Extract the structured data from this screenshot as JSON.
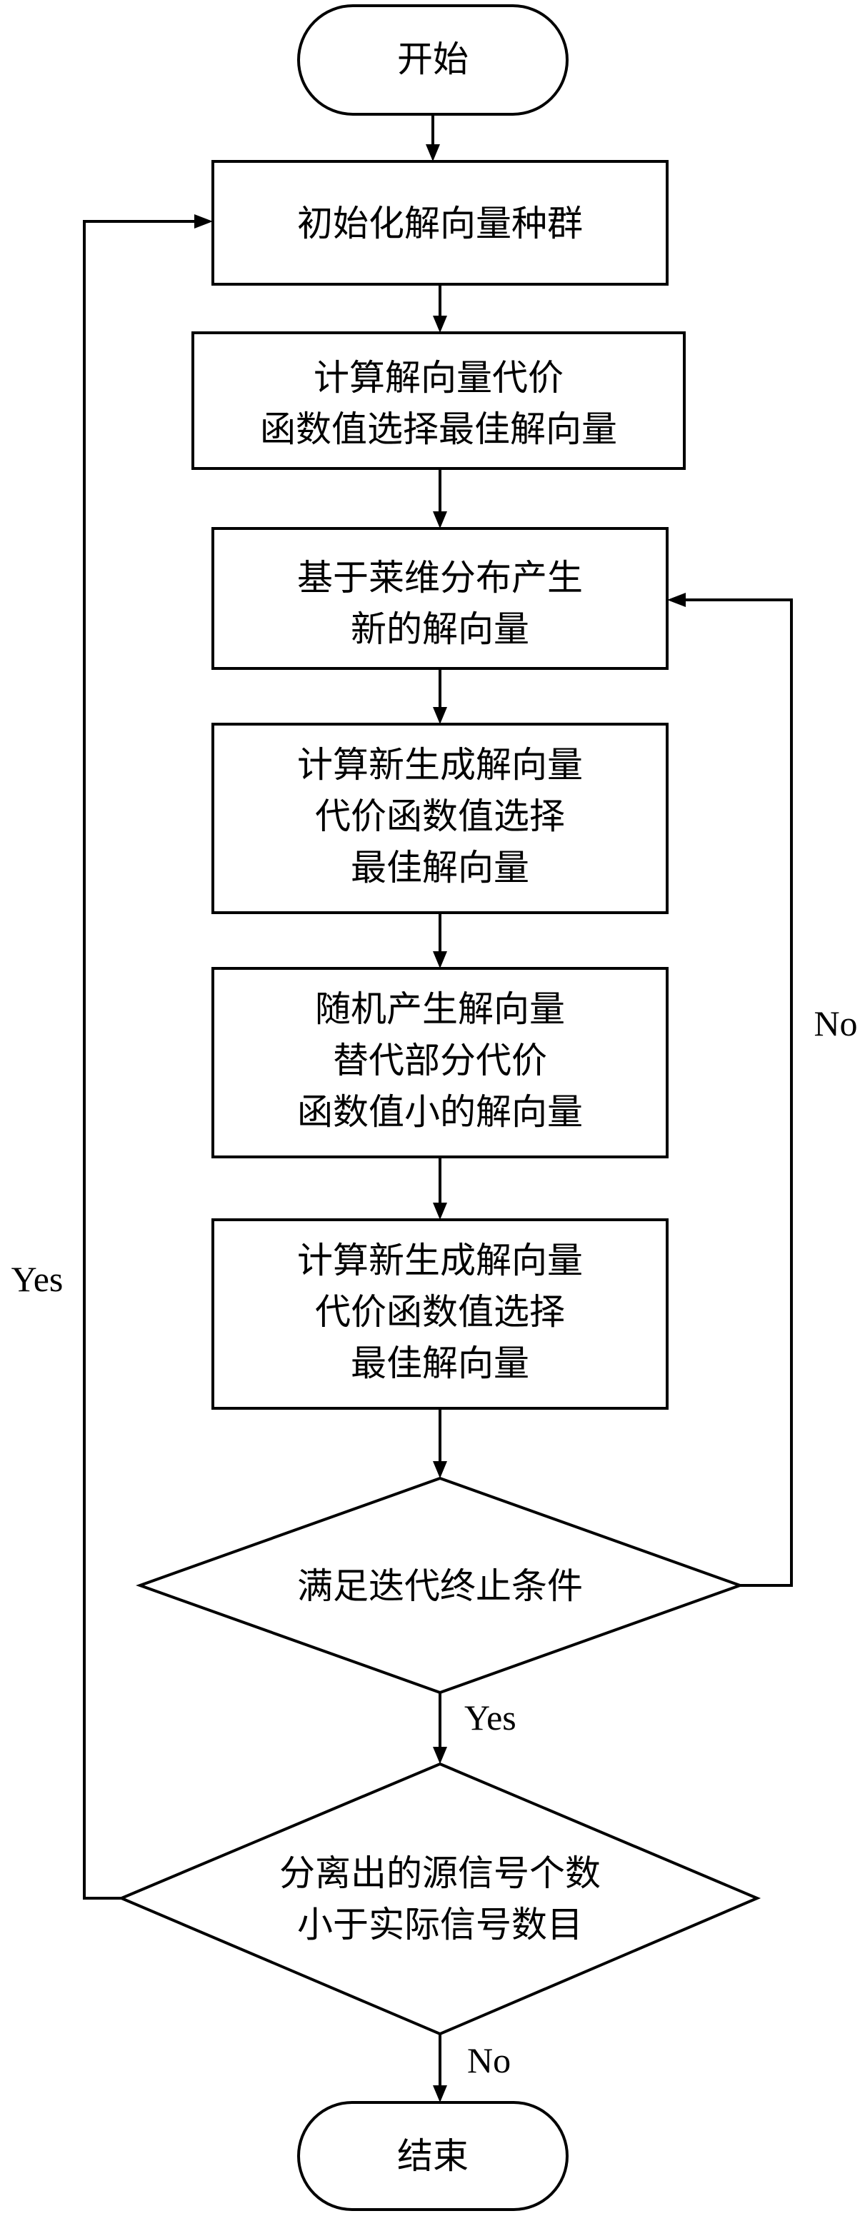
{
  "flowchart": {
    "start": "开始",
    "step1": "初始化解向量种群",
    "step2": [
      "计算解向量代价",
      "函数值选择最佳解向量"
    ],
    "step3": [
      "基于莱维分布产生",
      "新的解向量"
    ],
    "step4": [
      "计算新生成解向量",
      "代价函数值选择",
      "最佳解向量"
    ],
    "step5": [
      "随机产生解向量",
      "替代部分代价",
      "函数值小的解向量"
    ],
    "step6": [
      "计算新生成解向量",
      "代价函数值选择",
      "最佳解向量"
    ],
    "decision1": "满足迭代终止条件",
    "decision2": [
      "分离出的源信号个数",
      "小于实际信号数目"
    ],
    "end": "结束",
    "labels": {
      "no_loop": "No",
      "yes_loop": "Yes",
      "yes_down": "Yes",
      "no_down": "No"
    }
  }
}
